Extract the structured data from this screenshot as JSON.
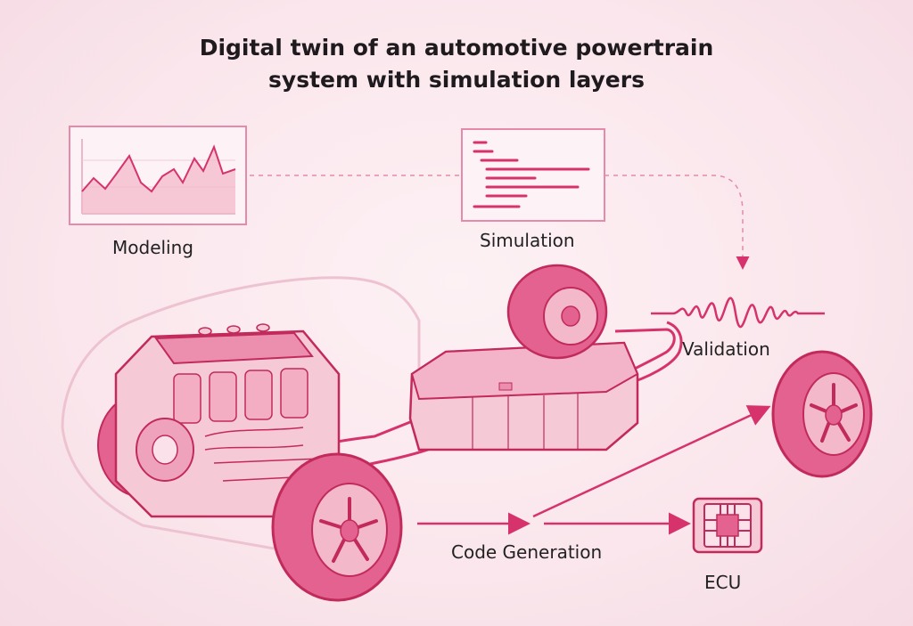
{
  "title": {
    "line1": "Digital twin of an automotive powertrain",
    "line2": "system with simulation layers"
  },
  "labels": {
    "modeling": "Modeling",
    "simulation": "Simulation",
    "validation": "Validation",
    "code_generation": "Code Generation",
    "ecu": "ECU"
  },
  "colors": {
    "accent": "#d6336c",
    "accent_light": "#eeaec4",
    "panel_fill": "#fdf2f5",
    "text": "#222222"
  },
  "icons": {
    "modeling": "line-chart-icon",
    "simulation": "code-listing-icon",
    "validation": "waveform-icon",
    "ecu": "microchip-icon"
  }
}
